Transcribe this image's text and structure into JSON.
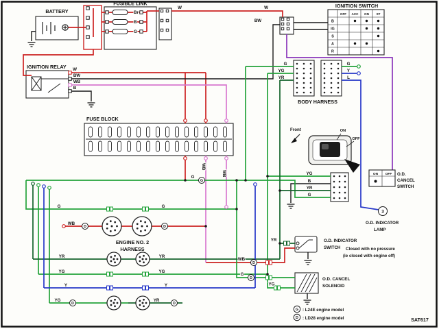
{
  "colors": {
    "red": "#cc2222",
    "pink": "#d878cf",
    "purple": "#8a35bb",
    "green": "#23a23a",
    "dark_green": "#14632c",
    "blue": "#2637c8",
    "black": "#1a1a1a",
    "note_blue": "#2323cc"
  },
  "labels": {
    "battery": "BATTERY",
    "fusible_link": "FUSIBLE LINK",
    "ignition_switch": "IGNITION SWITCH",
    "ignition_relay": "IGNITION RELAY",
    "fuse_block": "FUSE BLOCK",
    "body_harness": "BODY HARNESS",
    "engine_harness_1": "ENGINE NO. 2",
    "engine_harness_2": "HARNESS",
    "front": "Front",
    "on": "ON",
    "off": "OFF",
    "od_cancel_switch": [
      "O.D.",
      "CANCEL",
      "SWITCH"
    ],
    "od_indicator_lamp": [
      "O.D. INDICATOR",
      "LAMP"
    ],
    "od_indicator_switch": [
      "O.D. INDICATOR",
      "SWITCH"
    ],
    "od_cancel_solenoid": [
      "O.D. CANCEL",
      "SOLENOID"
    ],
    "note_1": "Closed with no pressure",
    "note_2": "(ie closed with engine off)",
    "ref": "SAT617"
  },
  "wires": {
    "w": "W",
    "bw": "BW",
    "wb": "WB",
    "b": "B",
    "g": "G",
    "yg": "YG",
    "yr": "YR",
    "y": "Y",
    "l": "L"
  },
  "fusible_links": [
    "Br",
    "B",
    "G"
  ],
  "models": {
    "l24": "G",
    "ld28": "D"
  },
  "lamp_symbol": "3",
  "legend": [
    {
      "symbol": "G",
      "text": ": L24E engine model"
    },
    {
      "symbol": "D",
      "text": ": LD28 engine model"
    }
  ],
  "ignition_switch_table": {
    "columns": [
      "OFF",
      "ACC",
      "ON",
      "ST"
    ],
    "rows": [
      {
        "label": "B",
        "dots": [
          0,
          1,
          1,
          1
        ]
      },
      {
        "label": "IG",
        "dots": [
          0,
          0,
          1,
          1
        ]
      },
      {
        "label": "S",
        "dots": [
          0,
          0,
          0,
          1
        ]
      },
      {
        "label": "A",
        "dots": [
          0,
          1,
          1,
          0
        ]
      },
      {
        "label": "R",
        "dots": [
          0,
          0,
          0,
          1
        ]
      }
    ]
  },
  "cancel_switch_table": {
    "columns": [
      "ON",
      "OFF"
    ],
    "dots": [
      1,
      0
    ]
  }
}
